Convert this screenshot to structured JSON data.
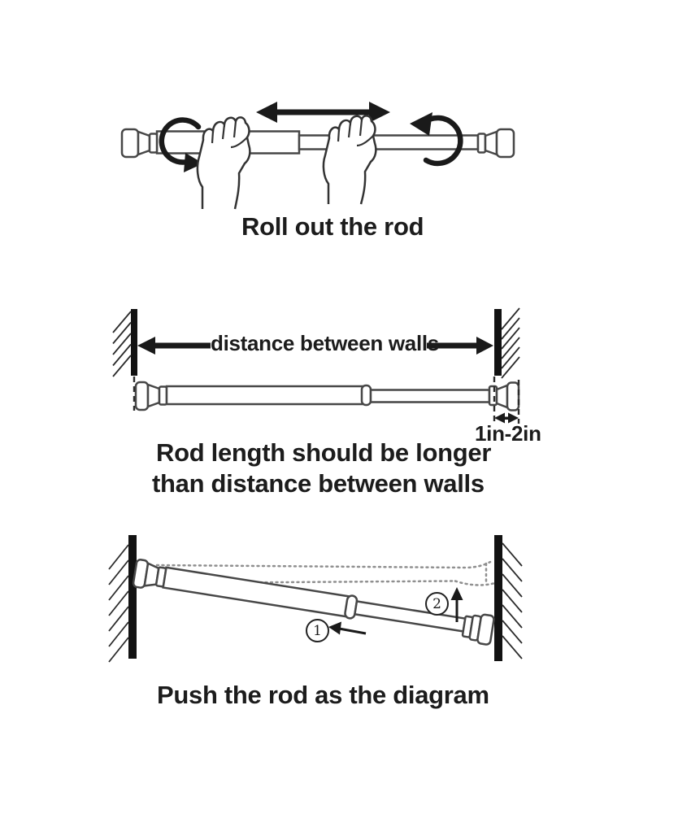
{
  "document": {
    "title": "Tension rod installation instructions",
    "background": "#ffffff",
    "ink": "#1c1c1c",
    "line_color": "#474747",
    "wall_color": "#121212",
    "dotted_color": "#8f8f8f"
  },
  "steps": [
    {
      "caption": "Roll out the rod"
    },
    {
      "distance_label": "distance between walls",
      "overhang_label": "1in-2in",
      "caption_line1": "Rod length should be longer",
      "caption_line2": "than distance between walls"
    },
    {
      "marker1": "1",
      "marker2": "2",
      "caption": "Push the rod as the diagram"
    }
  ]
}
